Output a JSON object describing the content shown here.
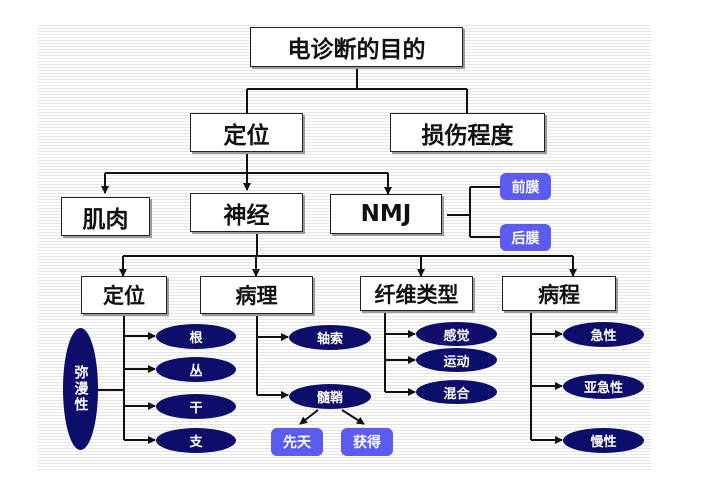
{
  "root": "电诊断的目的",
  "level1": {
    "localization": "定位",
    "damage_degree": "损伤程度"
  },
  "level2": {
    "muscle": "肌肉",
    "nerve": "神经",
    "nmj": "NMJ"
  },
  "nmj_children": [
    "前膜",
    "后膜"
  ],
  "level3": {
    "localization": "定位",
    "pathology": "病理",
    "fiber_type": "纤维类型",
    "course": "病程"
  },
  "diffuse": "弥漫性",
  "localization_items": [
    "根",
    "丛",
    "干",
    "支"
  ],
  "pathology_items": [
    "轴索",
    "髓鞘"
  ],
  "myelin_children": [
    "先天",
    "获得"
  ],
  "fiber_items": [
    "感觉",
    "运动",
    "混合"
  ],
  "course_items": [
    "急性",
    "亚急性",
    "慢性"
  ],
  "colors": {
    "ellipse": "#0d0d6b",
    "pill": "#5b5bf0",
    "line": "#111111"
  }
}
